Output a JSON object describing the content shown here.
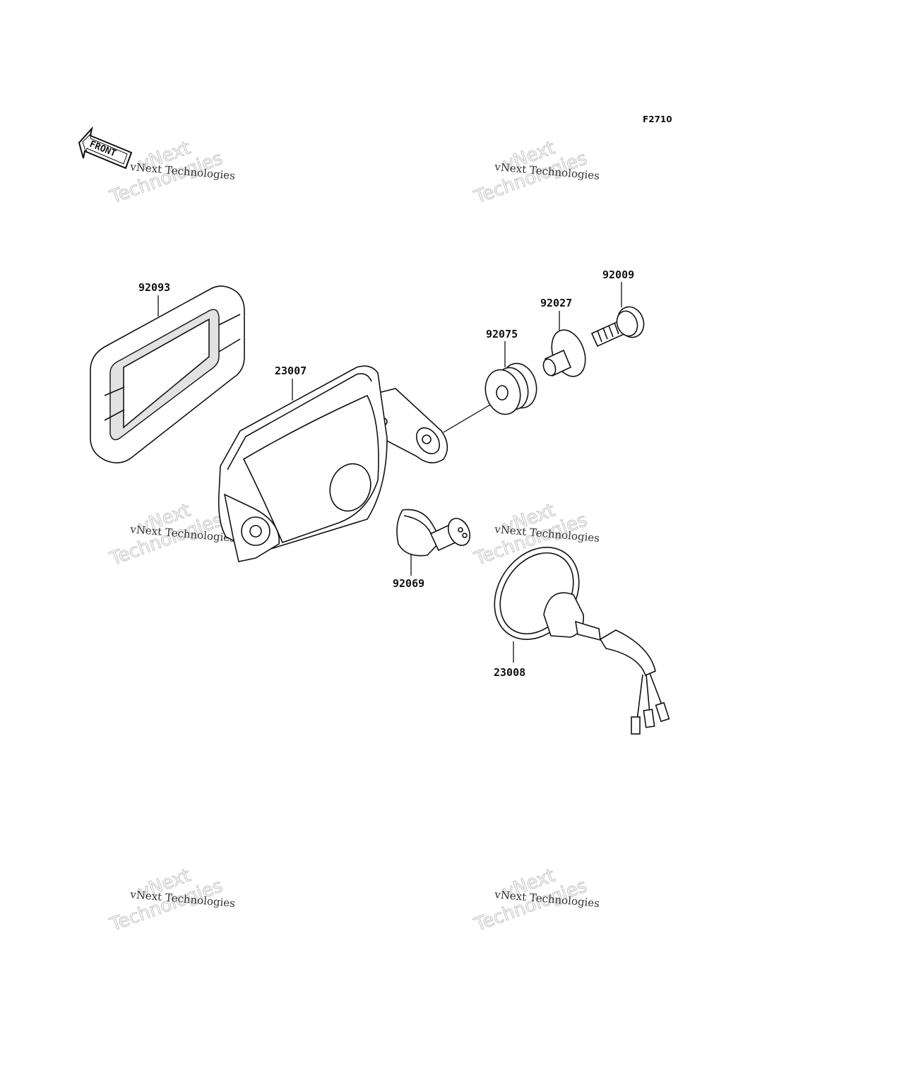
{
  "figure_code": "F2710",
  "front_arrow_label": "FRONT",
  "watermark": {
    "line1": "vNext Technologies",
    "line2": "vNext",
    "line3": "Technologies"
  },
  "parts": [
    {
      "id": "92093",
      "label": "92093"
    },
    {
      "id": "23007",
      "label": "23007"
    },
    {
      "id": "92075",
      "label": "92075"
    },
    {
      "id": "92027",
      "label": "92027"
    },
    {
      "id": "92009",
      "label": "92009"
    },
    {
      "id": "92069",
      "label": "92069"
    },
    {
      "id": "23008",
      "label": "23008"
    }
  ]
}
